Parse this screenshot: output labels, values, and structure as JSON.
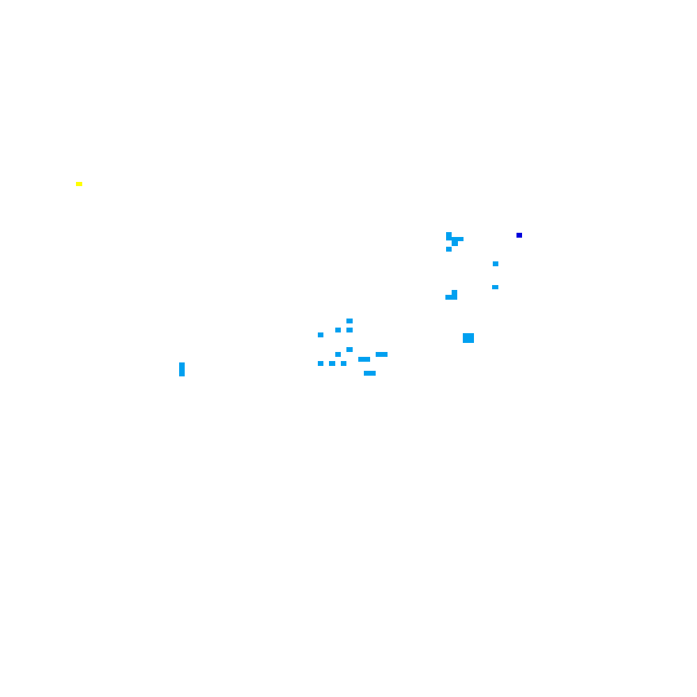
{
  "map": {
    "background_color": "#ffffff",
    "colors": {
      "yellow": "#ffff00",
      "light_blue": "#00a0f0",
      "dark_blue": "#0000dc"
    },
    "cells": [
      {
        "color_key": "yellow"
      },
      {
        "color_key": "light_blue"
      },
      {
        "color_key": "light_blue"
      },
      {
        "color_key": "light_blue"
      },
      {
        "color_key": "light_blue"
      },
      {
        "color_key": "dark_blue"
      },
      {
        "color_key": "light_blue"
      },
      {
        "color_key": "light_blue"
      },
      {
        "color_key": "light_blue"
      },
      {
        "color_key": "light_blue"
      },
      {
        "color_key": "light_blue"
      },
      {
        "color_key": "light_blue"
      },
      {
        "color_key": "light_blue"
      },
      {
        "color_key": "light_blue"
      },
      {
        "color_key": "light_blue"
      },
      {
        "color_key": "light_blue"
      },
      {
        "color_key": "light_blue"
      },
      {
        "color_key": "light_blue"
      },
      {
        "color_key": "light_blue"
      },
      {
        "color_key": "light_blue"
      },
      {
        "color_key": "light_blue"
      },
      {
        "color_key": "light_blue"
      },
      {
        "color_key": "light_blue"
      },
      {
        "color_key": "light_blue"
      }
    ]
  }
}
